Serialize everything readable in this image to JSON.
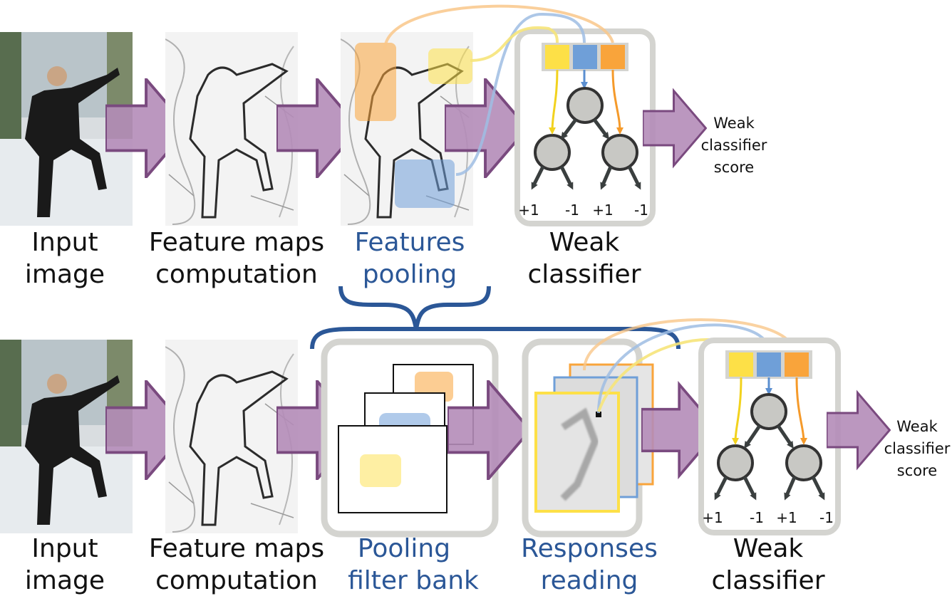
{
  "top_row": {
    "input_label": [
      "Input",
      "image"
    ],
    "feature_label": [
      "Feature maps",
      "computation"
    ],
    "pooling_label": [
      "Features",
      "pooling"
    ],
    "classifier_label": [
      "Weak",
      "classifier"
    ],
    "score_label": [
      "Weak",
      "classifier",
      "score"
    ],
    "leaf_labels": [
      "+1",
      "-1",
      "+1",
      "-1"
    ]
  },
  "bottom_row": {
    "input_label": [
      "Input",
      "image"
    ],
    "feature_label": [
      "Feature maps",
      "computation"
    ],
    "filterbank_label": [
      "Pooling",
      "filter bank"
    ],
    "responses_label": [
      "Responses",
      "reading"
    ],
    "classifier_label": [
      "Weak",
      "classifier"
    ],
    "score_label": [
      "Weak",
      "classifier",
      "score"
    ],
    "leaf_labels": [
      "+1",
      "-1",
      "+1",
      "-1"
    ]
  },
  "colors": {
    "arrow": "#b48cb8",
    "arrow_stroke": "#7a4a7f",
    "box_border": "#d4d4d0",
    "highlight_blue": "#2b5797",
    "feat_yellow": "#fde047",
    "feat_blue": "#6f9fd8",
    "feat_orange": "#f9a43b",
    "node_fill": "#c8c8c4"
  }
}
